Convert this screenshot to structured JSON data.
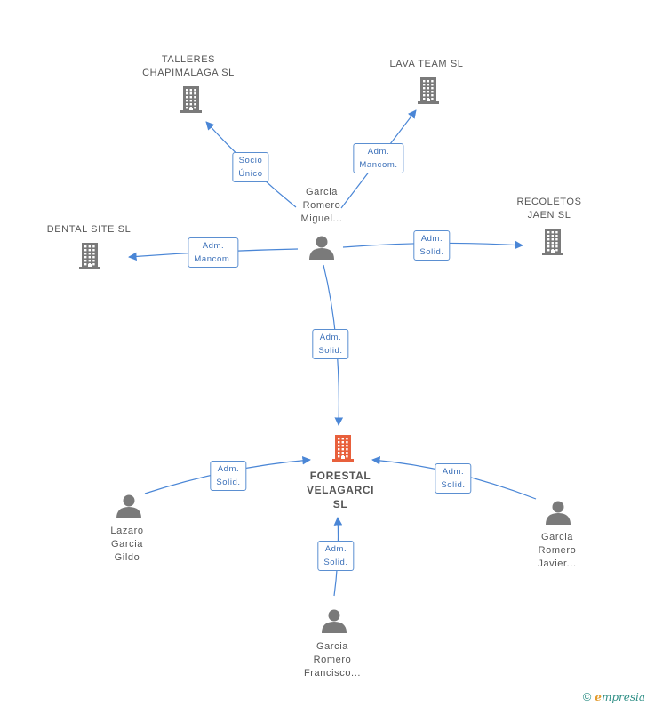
{
  "nodes": [
    {
      "id": "main",
      "type": "company",
      "highlight": true,
      "lines": [
        "FORESTAL",
        "VELAGARCI",
        "SL"
      ]
    },
    {
      "id": "talleres",
      "type": "company",
      "lines": [
        "TALLERES",
        "CHAPIMALAGA SL"
      ]
    },
    {
      "id": "lava",
      "type": "company",
      "lines": [
        "LAVA TEAM  SL"
      ]
    },
    {
      "id": "recoletos",
      "type": "company",
      "lines": [
        "RECOLETOS",
        "JAEN SL"
      ]
    },
    {
      "id": "dental",
      "type": "company",
      "lines": [
        "DENTAL SITE SL"
      ]
    },
    {
      "id": "miguel",
      "type": "person",
      "lines": [
        "Garcia",
        "Romero",
        "Miguel..."
      ]
    },
    {
      "id": "lazaro",
      "type": "person",
      "lines": [
        "Lazaro",
        "Garcia",
        "Gildo"
      ]
    },
    {
      "id": "javier",
      "type": "person",
      "lines": [
        "Garcia",
        "Romero",
        "Javier..."
      ]
    },
    {
      "id": "francisco",
      "type": "person",
      "lines": [
        "Garcia",
        "Romero",
        "Francisco..."
      ]
    }
  ],
  "edges": [
    {
      "id": "miguel-talleres",
      "lines": [
        "Socio",
        "Único"
      ]
    },
    {
      "id": "miguel-lava",
      "lines": [
        "Adm.",
        "Mancom."
      ]
    },
    {
      "id": "miguel-dental",
      "lines": [
        "Adm.",
        "Mancom."
      ]
    },
    {
      "id": "miguel-recoletos",
      "lines": [
        "Adm.",
        "Solid."
      ]
    },
    {
      "id": "miguel-main",
      "lines": [
        "Adm.",
        "Solid."
      ]
    },
    {
      "id": "lazaro-main",
      "lines": [
        "Adm.",
        "Solid."
      ]
    },
    {
      "id": "javier-main",
      "lines": [
        "Adm.",
        "Solid."
      ]
    },
    {
      "id": "francisco-main",
      "lines": [
        "Adm.",
        "Solid."
      ]
    }
  ],
  "colors": {
    "company": "#7a7a7a",
    "company_highlight": "#e8603c",
    "person": "#7a7a7a",
    "edge": "#4a86d6"
  },
  "icons": {
    "company": "building-icon",
    "person": "person-icon"
  },
  "footer": {
    "copyright": "©",
    "brand_e": "e",
    "brand_rest": "mpresia"
  }
}
